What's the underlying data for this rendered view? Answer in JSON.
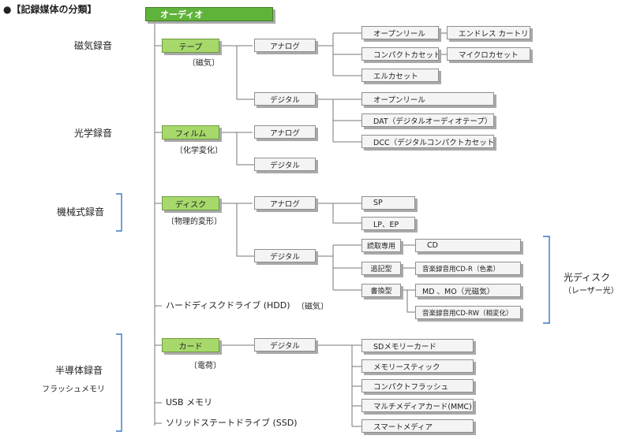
{
  "title": "●【記録媒体の分類】",
  "root": "オーディオ",
  "categories": {
    "magnetic": "磁気録音",
    "optical": "光学録音",
    "mechanical": "機械式録音",
    "semiconductor": "半導体録音",
    "flash": "フラッシュメモリ"
  },
  "media": {
    "tape": {
      "label": "テープ",
      "note": "〔磁気〕"
    },
    "film": {
      "label": "フィルム",
      "note": "〔化学変化〕"
    },
    "disc": {
      "label": "ディスク",
      "note": "〔物理的変形〕"
    },
    "card": {
      "label": "カード",
      "note": "〔電荷〕"
    }
  },
  "plain": {
    "hdd": "ハードディスクドライブ (HDD)",
    "hdd_note": "〔磁気〕",
    "usb": "USB メモリ",
    "ssd": "ソリッドステートドライブ (SSD)"
  },
  "nodes": {
    "tape_analog": "アナログ",
    "tape_digital": "デジタル",
    "film_analog": "アナログ",
    "film_digital": "デジタル",
    "disc_analog": "アナログ",
    "disc_digital": "デジタル",
    "card_digital": "デジタル"
  },
  "leaves": {
    "open_reel_a": "オープンリール",
    "endless": "エンドレス カートリッジ",
    "compact_cassette": "コンパクトカセット",
    "micro_cassette": "マイクロカセット",
    "elcaset": "エルカセット",
    "open_reel_d": "オープンリール",
    "dat": "DAT（デジタルオーディオテープ）",
    "dcc": "DCC（デジタルコンパクトカセット）",
    "sp": "SP",
    "lp_ep": "LP、EP",
    "read_only": "読取専用",
    "cd": "CD",
    "write_once": "追記型",
    "cdr": "音楽録音用CD-R（色素）",
    "rewritable": "書換型",
    "md_mo": "MD 、MO（光磁気）",
    "cdrw": "音楽録音用CD-RW（相変化）",
    "sd": "SDメモリーカード",
    "memory_stick": "メモリースティック",
    "compact_flash": "コンパクトフラッシュ",
    "mmc": "マルチメディアカード(MMC)",
    "smart_media": "スマートメディア"
  },
  "optical_disc": {
    "label": "光ディスク",
    "sub": "（レーザー光）"
  }
}
